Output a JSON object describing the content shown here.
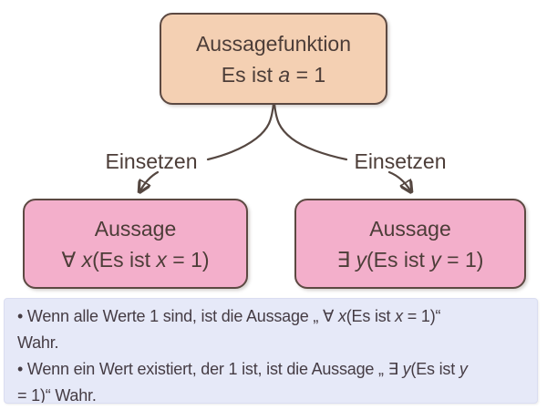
{
  "diagram": {
    "root_node": {
      "title": "Aussagefunktion",
      "formula": [
        {
          "t": "Es ist "
        },
        {
          "t": "a",
          "i": true
        },
        {
          "t": " = 1"
        }
      ]
    },
    "edge_left_label": "Einsetzen",
    "edge_right_label": "Einsetzen",
    "left_node": {
      "title": "Aussage",
      "formula": [
        {
          "t": "∀ "
        },
        {
          "t": "x",
          "i": true
        },
        {
          "t": "(Es ist "
        },
        {
          "t": "x",
          "i": true
        },
        {
          "t": " = 1)"
        }
      ]
    },
    "right_node": {
      "title": "Aussage",
      "formula": [
        {
          "t": "∃ "
        },
        {
          "t": "y",
          "i": true
        },
        {
          "t": "(Es ist "
        },
        {
          "t": "y",
          "i": true
        },
        {
          "t": " = 1)"
        }
      ]
    }
  },
  "note": {
    "lines": [
      [
        {
          "t": "• Wenn alle Werte 1 sind, ist die Aussage „ ∀ "
        },
        {
          "t": "x",
          "i": true
        },
        {
          "t": "(Es ist "
        },
        {
          "t": "x",
          "i": true
        },
        {
          "t": " = 1)“"
        }
      ],
      [
        {
          "t": "Wahr."
        }
      ],
      [
        {
          "t": "• Wenn ein Wert existiert, der 1 ist, ist die Aussage „ ∃ "
        },
        {
          "t": "y",
          "i": true
        },
        {
          "t": "(Es ist "
        },
        {
          "t": "y",
          "i": true
        }
      ],
      [
        {
          "t": "= 1)“ Wahr."
        }
      ]
    ]
  },
  "colors": {
    "background": "#FFFFFF",
    "root_node_fill": "#F4D0B3",
    "statement_node_fill": "#F3AFCB",
    "node_border": "#5C4942",
    "connector_line": "#554741",
    "note_fill": "#E6E9F8",
    "node_text": "#4C3D38",
    "note_text": "#453C44"
  }
}
